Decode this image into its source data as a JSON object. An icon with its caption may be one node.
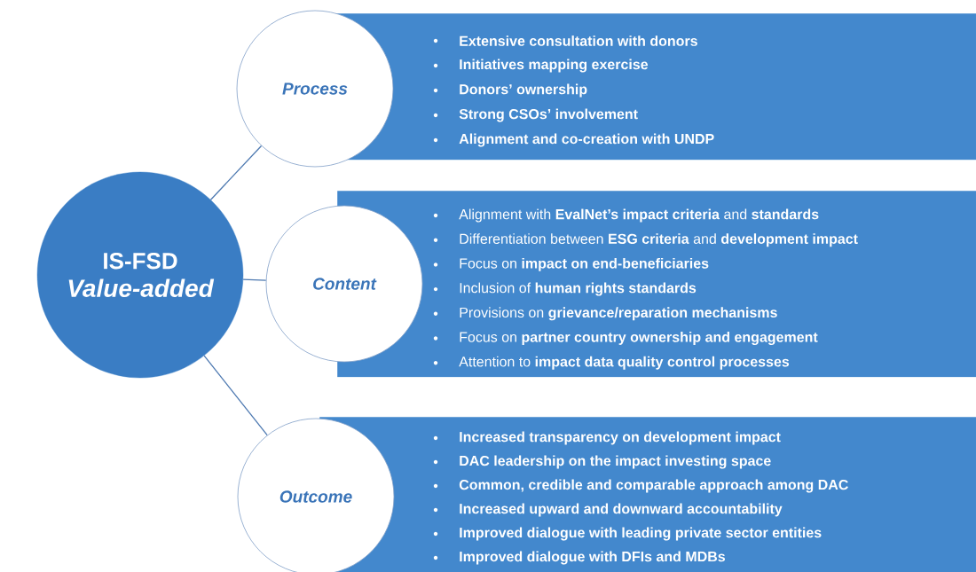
{
  "diagram": {
    "nodes": [
      {
        "text": [
          "IS-FSD",
          "Value-added"
        ]
      },
      {
        "text": [
          "Process"
        ]
      },
      {
        "text": [
          "Extensive consultation with donors",
          "Initiatives mapping exercise",
          "Donors’ ownership",
          "Strong CSOs’ involvement",
          "Alignment and co-creation with UNDP"
        ]
      },
      {
        "text": [
          "Content"
        ]
      },
      {
        "text": [
          "Alignment with **EvalNet’s impact criteria** and **standards**",
          "Differentiation between **ESG criteria** and **development impact**",
          "Focus on **impact on end-beneficiaries**",
          "Inclusion of **human rights standards**",
          "Provisions on **grievance/reparation mechanisms**",
          "Focus on **partner country ownership and engagement**",
          "Attention to **impact data quality control processes**"
        ]
      },
      {
        "text": [
          "Outcome"
        ]
      },
      {
        "text": [
          "Increased transparency on development impact",
          "DAC leadership on the impact investing space",
          "Common, credible and comparable approach among DAC",
          "Increased upward and downward accountability",
          "Improved dialogue with leading private sector entities",
          "Improved dialogue with DFIs and MDBs"
        ]
      }
    ],
    "edges": [
      {
        "from": 0,
        "to": 1,
        "arrow": "none"
      },
      {
        "from": 0,
        "to": 3,
        "arrow": "none"
      },
      {
        "from": 0,
        "to": 5,
        "arrow": "none"
      }
    ]
  }
}
